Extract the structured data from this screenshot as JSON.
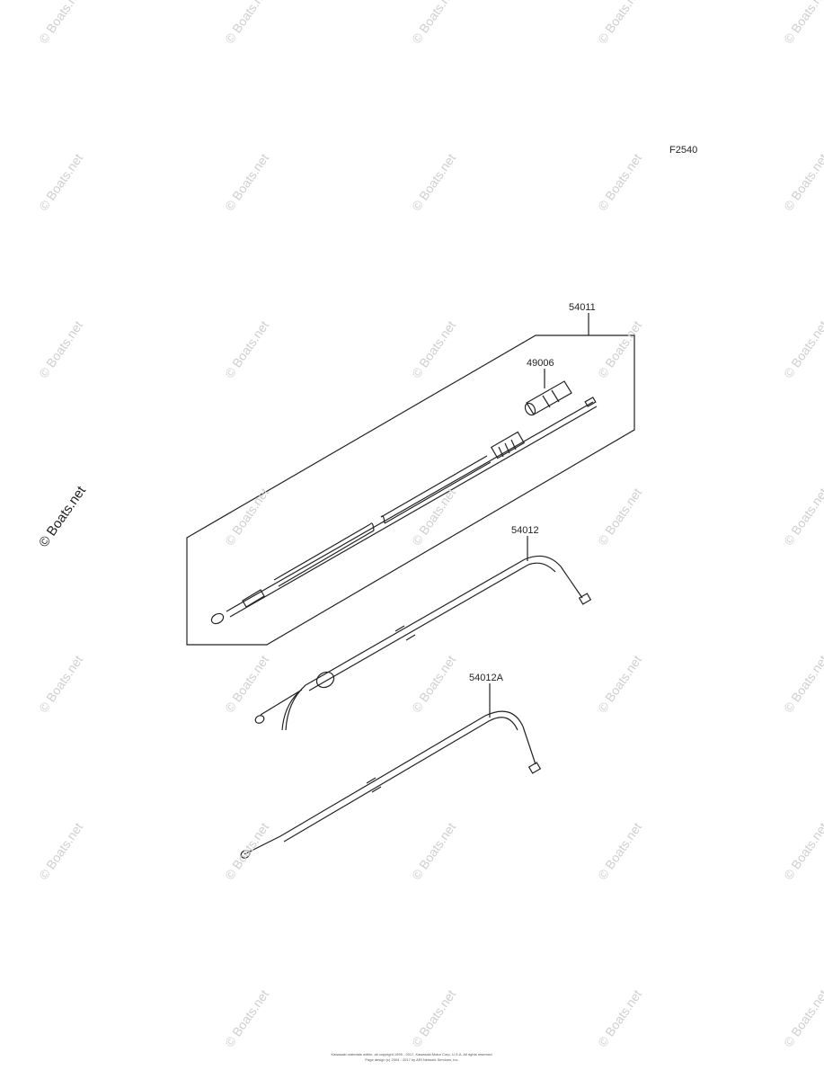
{
  "figure_code": "F2540",
  "parts": {
    "p54011": "54011",
    "p49006": "49006",
    "p54012": "54012",
    "p54012A": "54012A"
  },
  "watermark_text": "© Boats.net",
  "copyright": {
    "line1": "Kawasaki materials within, all copyright 1999 - 2017, Kawasaki Motor Corp, U.S.A. All rights reserved.",
    "line2": "Page design (c) 2004 - 2017 by ARI Network Services, Inc."
  },
  "colors": {
    "line": "#222222",
    "watermark": "#cfcfcf",
    "background": "#ffffff"
  }
}
